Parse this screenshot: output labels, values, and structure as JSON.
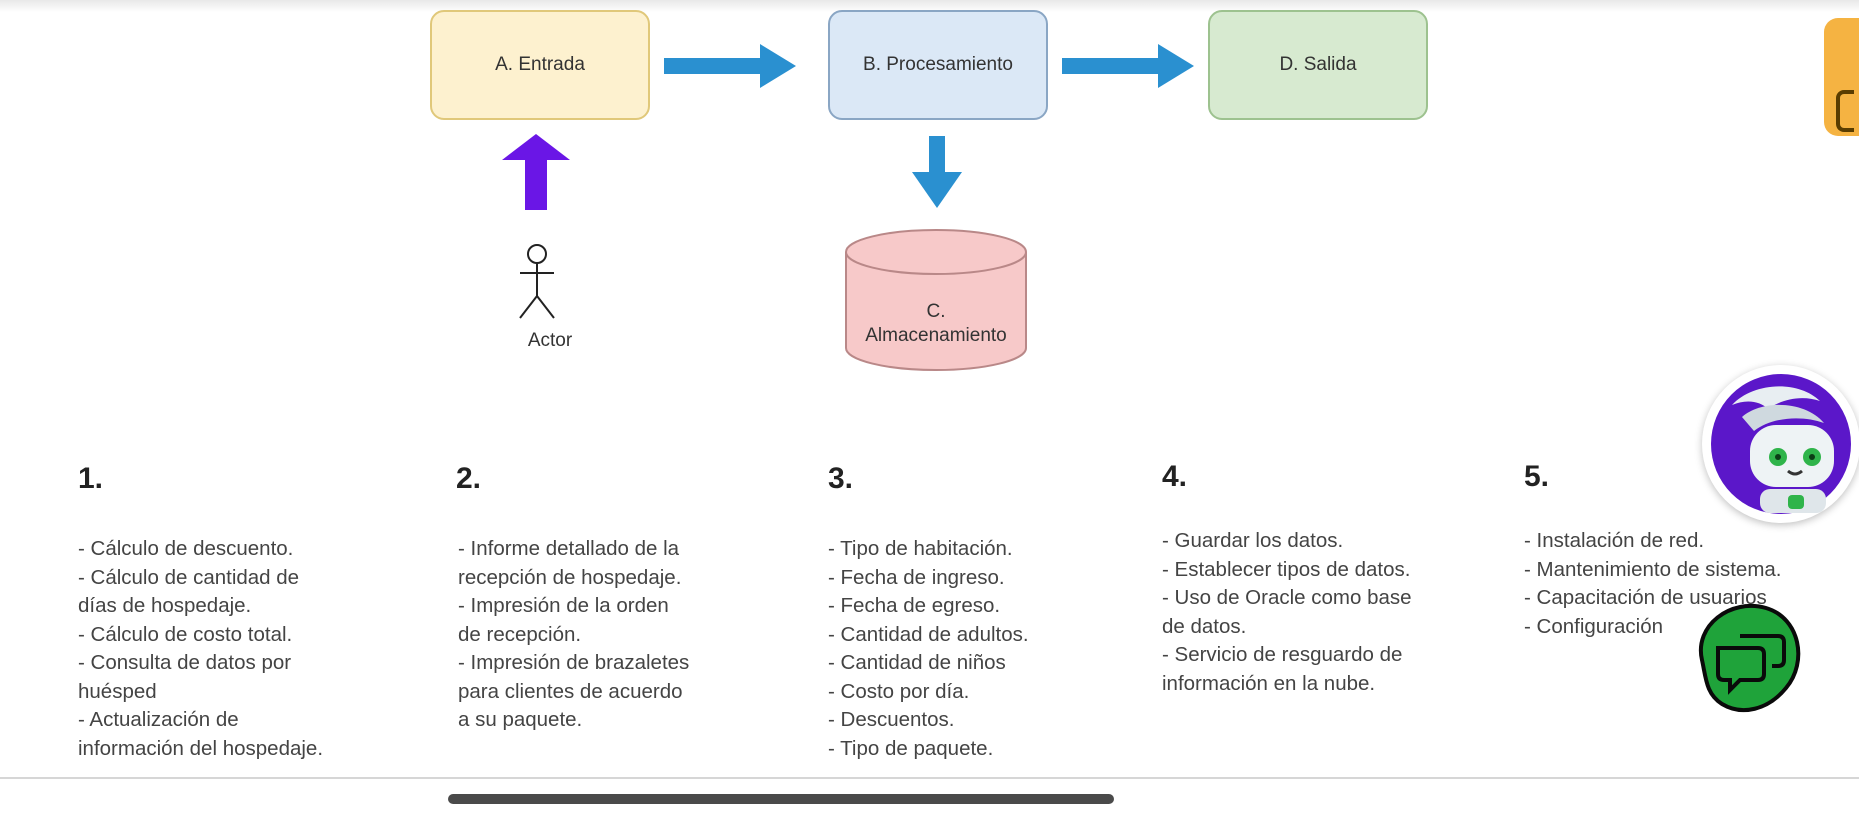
{
  "boxes": {
    "entrada": "A. Entrada",
    "procesamiento": "B. Procesamiento",
    "almacenamiento_line1": "C.",
    "almacenamiento_line2": "Almacenamiento",
    "salida": "D. Salida",
    "actor": "Actor"
  },
  "colors": {
    "entrada_fill": "#fdf1cf",
    "procesamiento_fill": "#dbe8f6",
    "almacenamiento_fill": "#f7c9c9",
    "salida_fill": "#d7ead0",
    "arrow_blue": "#2a90d0",
    "arrow_purple": "#6a16e6"
  },
  "columns": [
    {
      "number": "1.",
      "lines": [
        "- Cálculo de descuento.",
        "- Cálculo de cantidad de",
        "días de hospedaje.",
        "- Cálculo de costo total.",
        "- Consulta de datos por",
        "huésped",
        "- Actualización de",
        "información del hospedaje."
      ]
    },
    {
      "number": "2.",
      "lines": [
        "- Informe detallado de la",
        "recepción de hospedaje.",
        "- Impresión de la orden",
        "de recepción.",
        "- Impresión de brazaletes",
        "para clientes de acuerdo",
        "a su paquete."
      ]
    },
    {
      "number": "3.",
      "lines": [
        "- Tipo de habitación.",
        "- Fecha de ingreso.",
        "- Fecha de egreso.",
        "- Cantidad de adultos.",
        "- Cantidad de niños",
        "- Costo por día.",
        "- Descuentos.",
        "- Tipo de paquete."
      ]
    },
    {
      "number": "4.",
      "lines": [
        "- Guardar los datos.",
        "- Establecer tipos de datos.",
        "- Uso de Oracle como base",
        "de datos.",
        "- Servicio de resguardo de",
        "información en la nube."
      ]
    },
    {
      "number": "5.",
      "lines": [
        "- Instalación de red.",
        "- Mantenimiento de sistema.",
        "- Capacitación de usuarios",
        "- Configuración"
      ]
    }
  ]
}
